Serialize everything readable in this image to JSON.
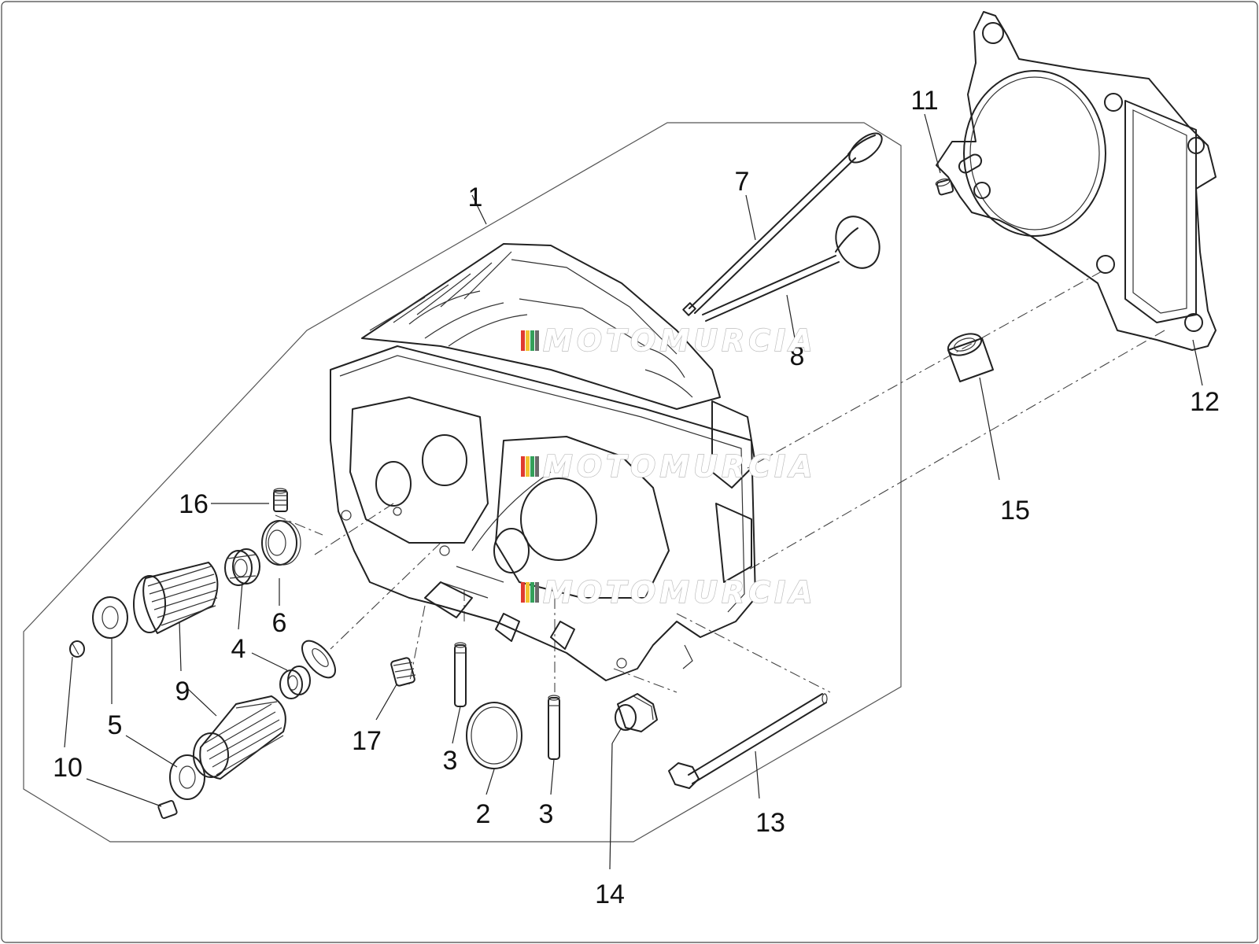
{
  "diagram": {
    "watermark": "MOTOMURCIA",
    "watermark_colors": [
      "#e03b2f",
      "#f2c230",
      "#34a05a",
      "#6a6a6a"
    ],
    "part_numbers": [
      "1",
      "2",
      "3",
      "3",
      "4",
      "5",
      "6",
      "7",
      "8",
      "9",
      "10",
      "11",
      "12",
      "13",
      "14",
      "15",
      "16",
      "17"
    ]
  }
}
